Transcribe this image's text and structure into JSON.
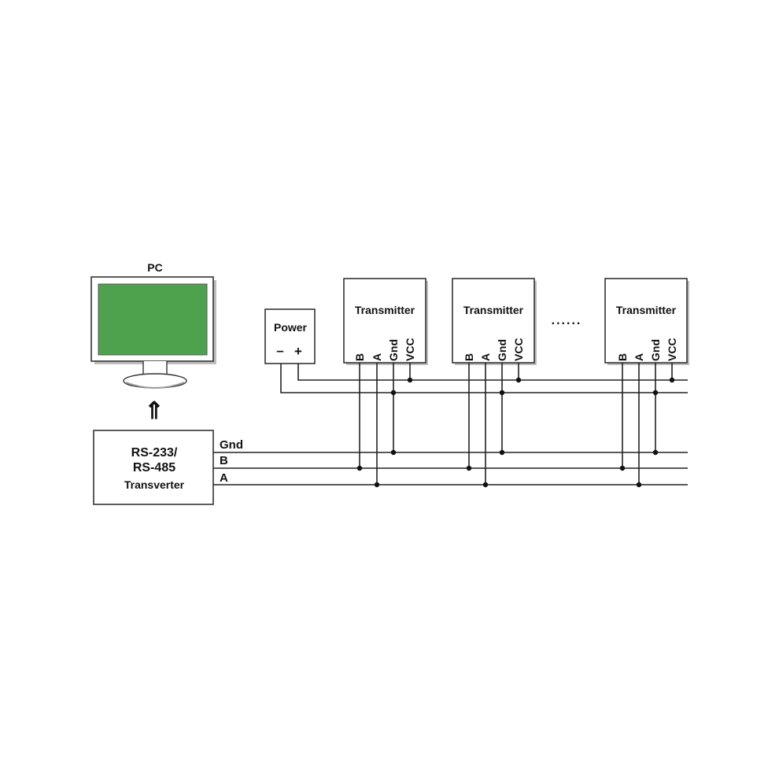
{
  "pc": {
    "label": "PC",
    "screen_color": "#4ea24e"
  },
  "arrow": {
    "glyph": "⇑"
  },
  "converter": {
    "line1": "RS-233/",
    "line2": "RS-485",
    "line3": "Transverter"
  },
  "bus": {
    "gnd_label": "Gnd",
    "b_label": "B",
    "a_label": "A"
  },
  "power": {
    "label": "Power",
    "minus": "–",
    "plus": "+"
  },
  "transmitters": [
    {
      "title": "Transmitter",
      "pins": [
        "B",
        "A",
        "Gnd",
        "VCC"
      ]
    },
    {
      "title": "Transmitter",
      "pins": [
        "B",
        "A",
        "Gnd",
        "VCC"
      ]
    },
    {
      "title": "Transmitter",
      "pins": [
        "B",
        "A",
        "Gnd",
        "VCC"
      ]
    }
  ],
  "ellipsis": "......"
}
